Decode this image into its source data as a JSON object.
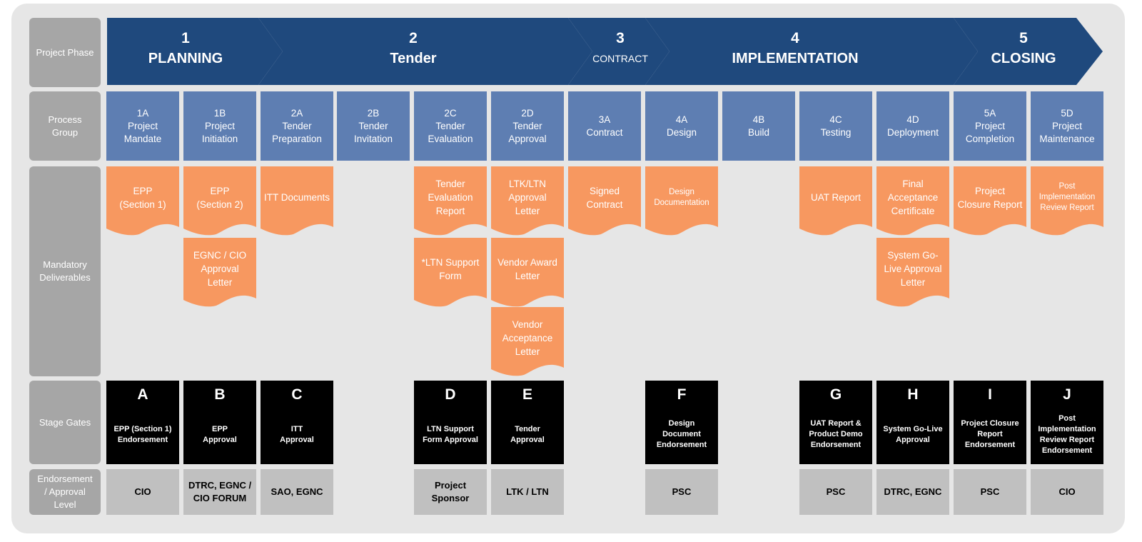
{
  "row_labels": {
    "phase": "Project Phase",
    "process_group": "Process\nGroup",
    "deliverables": "Mandatory\nDeliverables",
    "stage_gates": "Stage Gates",
    "approval": "Endorsement\n/ Approval\nLevel"
  },
  "colors": {
    "phase_arrow": "#1f497d",
    "process_group": "#5e7eb2",
    "deliverable": "#f79860",
    "gate": "#000000",
    "approval": "#c0c0c0",
    "label": "#a6a6a6"
  },
  "phases": [
    {
      "num": "1",
      "name": "PLANNING"
    },
    {
      "num": "2",
      "name": "Tender"
    },
    {
      "num": "3",
      "name": "CONTRACT"
    },
    {
      "num": "4",
      "name": "IMPLEMENTATION"
    },
    {
      "num": "5",
      "name": "CLOSING"
    }
  ],
  "process_groups": [
    {
      "code": "1A",
      "name": "Project\nMandate"
    },
    {
      "code": "1B",
      "name": "Project\nInitiation"
    },
    {
      "code": "2A",
      "name": "Tender\nPreparation"
    },
    {
      "code": "2B",
      "name": "Tender\nInvitation"
    },
    {
      "code": "2C",
      "name": "Tender\nEvaluation"
    },
    {
      "code": "2D",
      "name": "Tender\nApproval"
    },
    {
      "code": "3A",
      "name": "Contract"
    },
    {
      "code": "4A",
      "name": "Design"
    },
    {
      "code": "4B",
      "name": "Build"
    },
    {
      "code": "4C",
      "name": "Testing"
    },
    {
      "code": "4D",
      "name": "Deployment"
    },
    {
      "code": "5A",
      "name": "Project\nCompletion"
    },
    {
      "code": "5D",
      "name": "Project\nMaintenance"
    }
  ],
  "deliverables": [
    {
      "col": 0,
      "row": 0,
      "text": "EPP\n(Section 1)"
    },
    {
      "col": 1,
      "row": 0,
      "text": "EPP\n(Section 2)"
    },
    {
      "col": 1,
      "row": 1,
      "text": "EGNC / CIO\nApproval\nLetter"
    },
    {
      "col": 2,
      "row": 0,
      "text": "ITT Documents"
    },
    {
      "col": 4,
      "row": 0,
      "text": "Tender\nEvaluation\nReport"
    },
    {
      "col": 4,
      "row": 1,
      "text": "*LTN Support\nForm"
    },
    {
      "col": 5,
      "row": 0,
      "text": "LTK/LTN\nApproval\nLetter"
    },
    {
      "col": 5,
      "row": 1,
      "text": "Vendor Award\nLetter"
    },
    {
      "col": 5,
      "row": 2,
      "text": "Vendor\nAcceptance\nLetter"
    },
    {
      "col": 6,
      "row": 0,
      "text": "Signed\nContract"
    },
    {
      "col": 7,
      "row": 0,
      "text": "Design\nDocumentation",
      "small": true
    },
    {
      "col": 9,
      "row": 0,
      "text": "UAT Report"
    },
    {
      "col": 10,
      "row": 0,
      "text": "Final\nAcceptance\nCertificate"
    },
    {
      "col": 10,
      "row": 1,
      "text": "System Go-\nLive Approval\nLetter"
    },
    {
      "col": 11,
      "row": 0,
      "text": "Project\nClosure Report"
    },
    {
      "col": 12,
      "row": 0,
      "text": "Post\nImplementation\nReview Report",
      "small": true
    }
  ],
  "stage_gates": [
    {
      "col": 0,
      "letter": "A",
      "desc": "EPP (Section 1)\nEndorsement"
    },
    {
      "col": 1,
      "letter": "B",
      "desc": "EPP\nApproval"
    },
    {
      "col": 2,
      "letter": "C",
      "desc": "ITT\nApproval"
    },
    {
      "col": 4,
      "letter": "D",
      "desc": "LTN Support\nForm Approval"
    },
    {
      "col": 5,
      "letter": "E",
      "desc": "Tender\nApproval"
    },
    {
      "col": 7,
      "letter": "F",
      "desc": "Design\nDocument\nEndorsement"
    },
    {
      "col": 9,
      "letter": "G",
      "desc": "UAT Report &\nProduct Demo\nEndorsement"
    },
    {
      "col": 10,
      "letter": "H",
      "desc": "System Go-Live\nApproval"
    },
    {
      "col": 11,
      "letter": "I",
      "desc": "Project Closure\nReport\nEndorsement"
    },
    {
      "col": 12,
      "letter": "J",
      "desc": "Post\nImplementation\nReview Report\nEndorsement"
    }
  ],
  "approvals": [
    {
      "col": 0,
      "text": "CIO"
    },
    {
      "col": 1,
      "text": "DTRC, EGNC /\nCIO FORUM"
    },
    {
      "col": 2,
      "text": "SAO, EGNC"
    },
    {
      "col": 4,
      "text": "Project\nSponsor"
    },
    {
      "col": 5,
      "text": "LTK / LTN"
    },
    {
      "col": 7,
      "text": "PSC"
    },
    {
      "col": 9,
      "text": "PSC"
    },
    {
      "col": 10,
      "text": "DTRC, EGNC"
    },
    {
      "col": 11,
      "text": "PSC"
    },
    {
      "col": 12,
      "text": "CIO"
    }
  ]
}
